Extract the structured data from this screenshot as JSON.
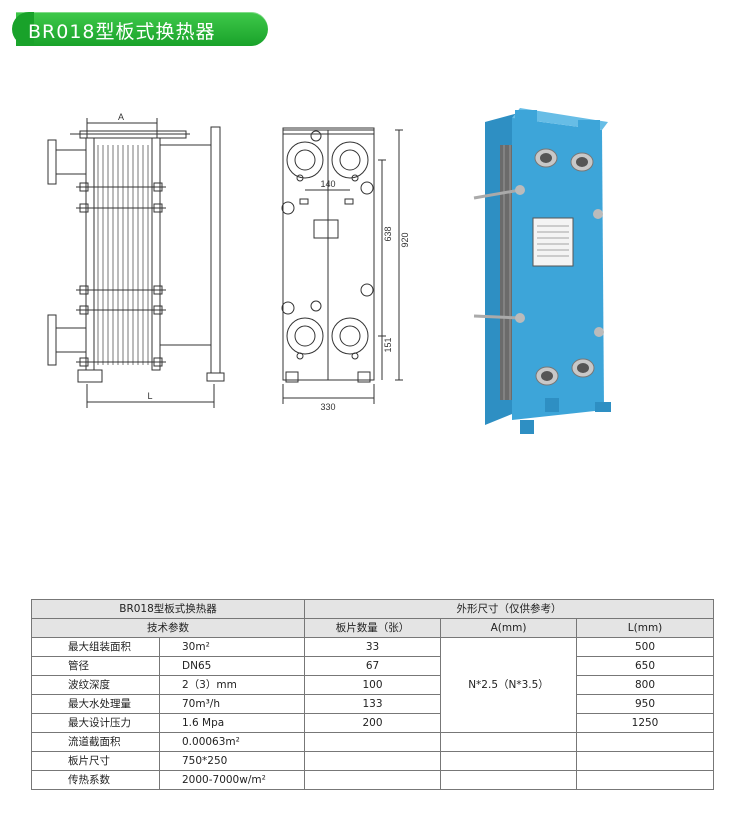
{
  "header": {
    "title": "BR018型板式换热器"
  },
  "drawing": {
    "dim_A": "A",
    "dim_L": "L",
    "dim_140": "140",
    "dim_638": "638",
    "dim_920": "920",
    "dim_151": "151",
    "dim_330": "330"
  },
  "colors": {
    "title_green": "#1fa52f",
    "frame_blue": "#3da5d9",
    "table_header_gray": "#e4e4e4"
  },
  "table": {
    "model_header": "BR018型板式换热器",
    "dimensions_header": "外形尺寸（仅供参考）",
    "tech_params_header": "技术参数",
    "plate_count_header": "板片数量（张）",
    "a_header": "A(mm)",
    "l_header": "L(mm)",
    "a_value": "N*2.5（N*3.5）",
    "rows": [
      {
        "label": "最大组装面积",
        "value": "30m²",
        "plates": "33",
        "l": "500"
      },
      {
        "label": "管径",
        "value": "DN65",
        "plates": "67",
        "l": "650"
      },
      {
        "label": "波纹深度",
        "value": "2（3）mm",
        "plates": "100",
        "l": "800"
      },
      {
        "label": "最大水处理量",
        "value": "70m³/h",
        "plates": "133",
        "l": "950"
      },
      {
        "label": "最大设计压力",
        "value": "1.6 Mpa",
        "plates": "200",
        "l": "1250"
      },
      {
        "label": "流道截面积",
        "value": "0.00063m²",
        "plates": "",
        "l": ""
      },
      {
        "label": "板片尺寸",
        "value": "750*250",
        "plates": "",
        "l": ""
      },
      {
        "label": "传热系数",
        "value": "2000-7000w/m²",
        "plates": "",
        "l": ""
      }
    ]
  }
}
